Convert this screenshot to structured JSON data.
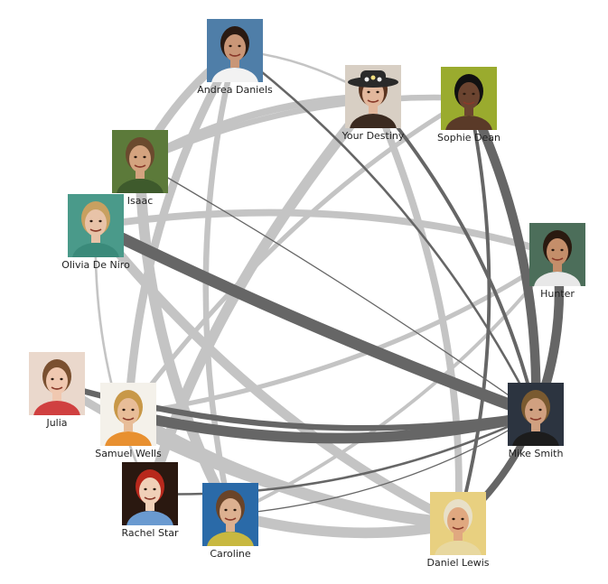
{
  "people": [
    {
      "id": "andrea",
      "name": "Andrea Daniels",
      "avatar": {
        "bg": "#4f7ea8",
        "skin": "#c99677",
        "hair": "#2a1a12",
        "shirt": "#f2f2f2"
      }
    },
    {
      "id": "destiny",
      "name": "Your Destiny",
      "avatar": {
        "bg": "#d8cfc4",
        "skin": "#e2b79c",
        "hair": "#5a3420",
        "shirt": "#3b2a20",
        "hat": "#2a2a2a"
      }
    },
    {
      "id": "sophie",
      "name": "Sophie Dean",
      "avatar": {
        "bg": "#9aab2e",
        "skin": "#6b4430",
        "hair": "#111111",
        "shirt": "#5a3a28"
      }
    },
    {
      "id": "isaac",
      "name": "Isaac",
      "avatar": {
        "bg": "#5c7a3a",
        "skin": "#d4a37f",
        "hair": "#6b4a2e",
        "shirt": "#3e5a2c"
      }
    },
    {
      "id": "olivia",
      "name": "Olivia De Niro",
      "avatar": {
        "bg": "#4a9a8a",
        "skin": "#e8c3a8",
        "hair": "#c8a060",
        "shirt": "#3a8a7a"
      }
    },
    {
      "id": "hunter",
      "name": "Hunter",
      "avatar": {
        "bg": "#4c6e5a",
        "skin": "#c48e6a",
        "hair": "#2a1a10",
        "shirt": "#e8e8e8"
      }
    },
    {
      "id": "julia",
      "name": "Julia",
      "avatar": {
        "bg": "#ead8cc",
        "skin": "#f0c8b0",
        "hair": "#7a5030",
        "shirt": "#d04040"
      }
    },
    {
      "id": "samuel",
      "name": "Samuel Wells",
      "avatar": {
        "bg": "#f4f1ea",
        "skin": "#e8bd98",
        "hair": "#c89848",
        "shirt": "#e89030"
      }
    },
    {
      "id": "mike",
      "name": "Mike Smith",
      "avatar": {
        "bg": "#2c3440",
        "skin": "#d0a080",
        "hair": "#7a5a30",
        "shirt": "#1c1c1c"
      }
    },
    {
      "id": "rachel",
      "name": "Rachel Star",
      "avatar": {
        "bg": "#2a1810",
        "skin": "#f0d0b8",
        "hair": "#b8281c",
        "shirt": "#6a9ad0"
      }
    },
    {
      "id": "caroline",
      "name": "Caroline",
      "avatar": {
        "bg": "#2a6aa8",
        "skin": "#dcb090",
        "hair": "#6a4428",
        "shirt": "#c8b840"
      }
    },
    {
      "id": "daniel",
      "name": "Daniel Lewis",
      "avatar": {
        "bg": "#e8d080",
        "skin": "#e0a880",
        "hair": "#e8e0c8",
        "shirt": "#e8d8a0"
      }
    }
  ],
  "links": [
    {
      "source": "andrea",
      "target": "samuel",
      "weight": 7,
      "style": "light"
    },
    {
      "source": "andrea",
      "target": "caroline",
      "weight": 5,
      "style": "light"
    },
    {
      "source": "andrea",
      "target": "isaac",
      "weight": 7,
      "style": "light"
    },
    {
      "source": "andrea",
      "target": "destiny",
      "weight": 2,
      "style": "light"
    },
    {
      "source": "andrea",
      "target": "mike",
      "weight": 2,
      "style": "dark"
    },
    {
      "source": "destiny",
      "target": "isaac",
      "weight": 6,
      "style": "light"
    },
    {
      "source": "destiny",
      "target": "rachel",
      "weight": 9,
      "style": "light"
    },
    {
      "source": "destiny",
      "target": "daniel",
      "weight": 6,
      "style": "light"
    },
    {
      "source": "destiny",
      "target": "mike",
      "weight": 3,
      "style": "dark"
    },
    {
      "source": "sophie",
      "target": "isaac",
      "weight": 5,
      "style": "light"
    },
    {
      "source": "sophie",
      "target": "samuel",
      "weight": 4,
      "style": "light"
    },
    {
      "source": "sophie",
      "target": "mike",
      "weight": 8,
      "style": "dark"
    },
    {
      "source": "sophie",
      "target": "daniel",
      "weight": 3,
      "style": "dark"
    },
    {
      "source": "isaac",
      "target": "caroline",
      "weight": 9,
      "style": "light"
    },
    {
      "source": "isaac",
      "target": "mike",
      "weight": 1,
      "style": "dark"
    },
    {
      "source": "olivia",
      "target": "hunter",
      "weight": 6,
      "style": "light"
    },
    {
      "source": "olivia",
      "target": "mike",
      "weight": 10,
      "style": "dark"
    },
    {
      "source": "olivia",
      "target": "rachel",
      "weight": 2,
      "style": "light"
    },
    {
      "source": "olivia",
      "target": "daniel",
      "weight": 8,
      "style": "light"
    },
    {
      "source": "hunter",
      "target": "mike",
      "weight": 8,
      "style": "dark"
    },
    {
      "source": "hunter",
      "target": "samuel",
      "weight": 4,
      "style": "light"
    },
    {
      "source": "hunter",
      "target": "caroline",
      "weight": 3,
      "style": "light"
    },
    {
      "source": "julia",
      "target": "mike",
      "weight": 5,
      "style": "dark"
    },
    {
      "source": "julia",
      "target": "daniel",
      "weight": 7,
      "style": "light"
    },
    {
      "source": "samuel",
      "target": "mike",
      "weight": 9,
      "style": "dark"
    },
    {
      "source": "samuel",
      "target": "daniel",
      "weight": 10,
      "style": "light"
    },
    {
      "source": "rachel",
      "target": "mike",
      "weight": 2,
      "style": "dark"
    },
    {
      "source": "caroline",
      "target": "mike",
      "weight": 1,
      "style": "dark"
    },
    {
      "source": "daniel",
      "target": "mike",
      "weight": 6,
      "style": "dark"
    },
    {
      "source": "daniel",
      "target": "caroline",
      "weight": 9,
      "style": "light"
    }
  ],
  "colors": {
    "light": "#c4c4c4",
    "dark": "#666666"
  }
}
